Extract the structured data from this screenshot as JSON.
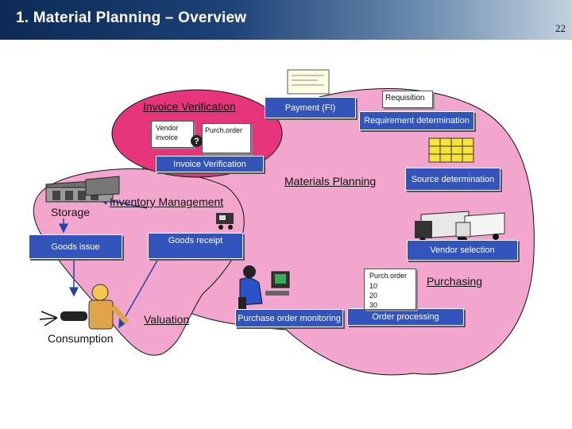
{
  "header": {
    "title": "1. Material Planning – Overview",
    "slide_number": "22"
  },
  "areas": {
    "invoice_verification": "Invoice Verification",
    "materials_planning": "Materials Planning",
    "inventory_management": "Inventory Management",
    "storage": "Storage",
    "purchasing": "Purchasing",
    "valuation": "Valuation",
    "consumption": "Consumption"
  },
  "boxes": {
    "payment": "Payment (FI)",
    "requirement_determination": "Requirement determination",
    "invoice_verification": "Invoice Verification",
    "source_determination": "Source determination",
    "goods_issue": "Goods issue",
    "goods_receipt": "Goods receipt",
    "vendor_selection": "Vendor selection",
    "po_monitoring": "Purchase order monitoring",
    "order_processing": "Order processing"
  },
  "documents": {
    "requisition": "Requisition",
    "vendor_invoice_line1": "Vendor",
    "vendor_invoice_line2": "invoice",
    "purchase_order_small": "Purch.order",
    "purchase_order": "Purch.order",
    "po_lines": [
      "10",
      "20",
      "30"
    ]
  },
  "colors": {
    "accent_box": "#3355bb",
    "ellipse_light": "#f19ac8",
    "ellipse_dark": "#e4347a"
  }
}
